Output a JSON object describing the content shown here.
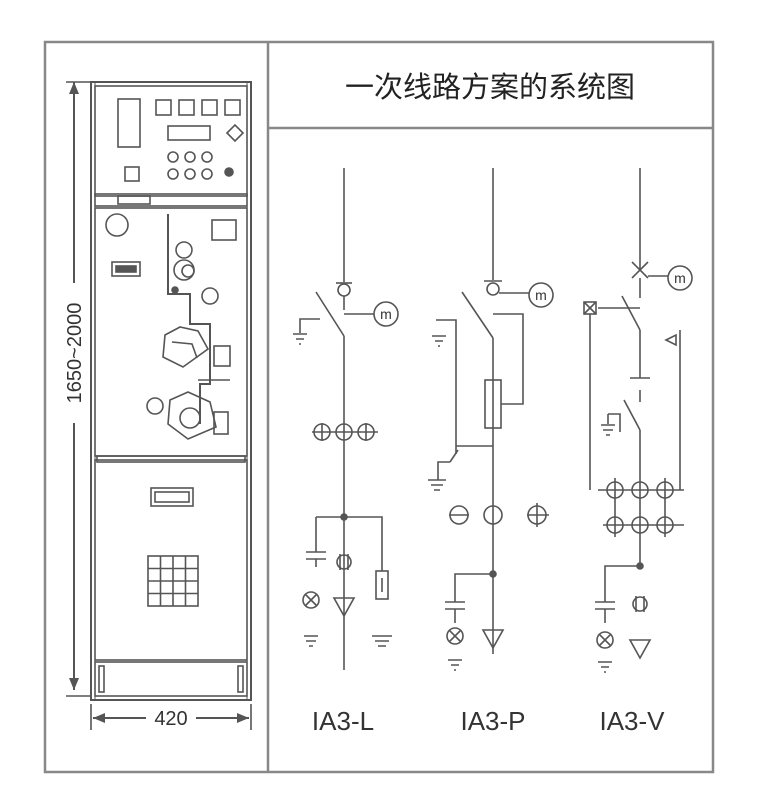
{
  "title": "一次线路方案的系统图",
  "cabinet": {
    "height_label": "1650~2000",
    "width_label": "420"
  },
  "schemes": [
    {
      "label": "IA3-L"
    },
    {
      "label": "IA3-P"
    },
    {
      "label": "IA3-V"
    }
  ],
  "motor_symbol": "m"
}
